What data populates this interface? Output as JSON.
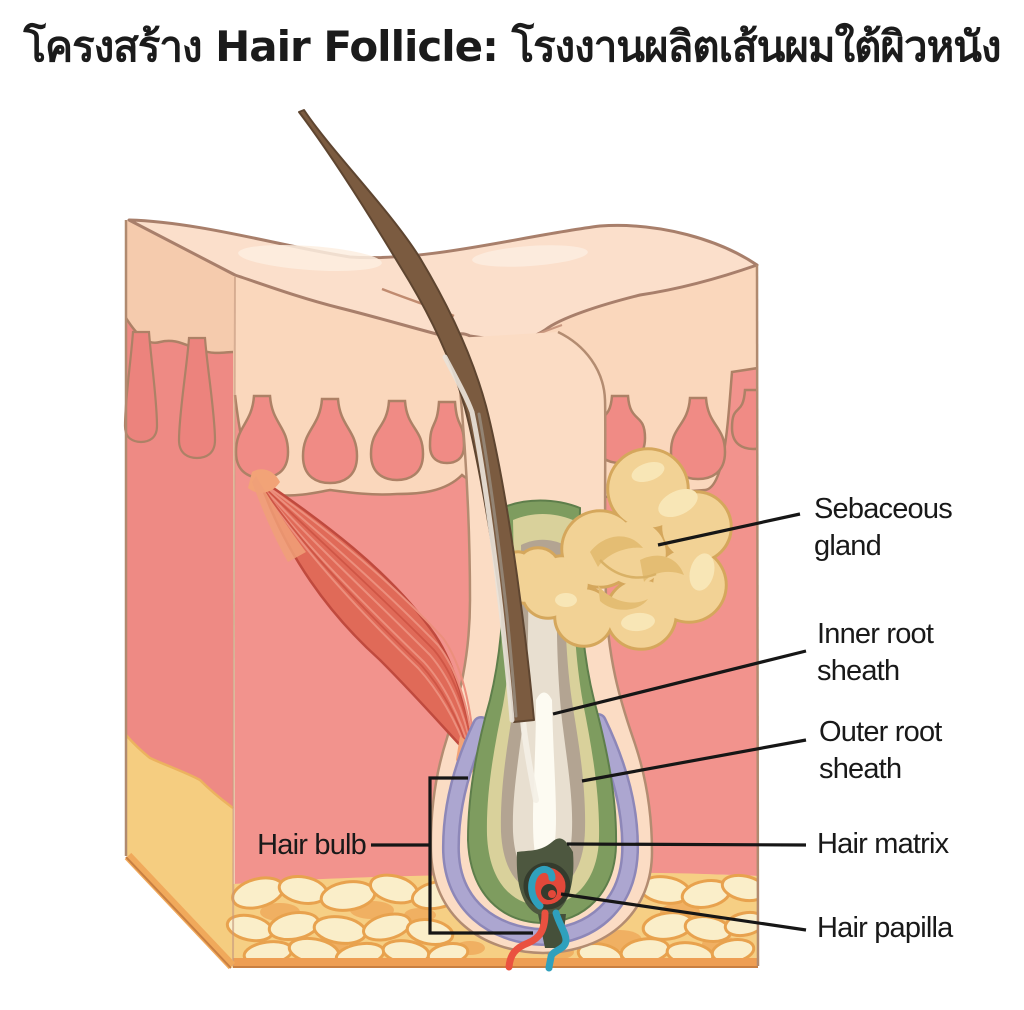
{
  "title": {
    "text": "โครงสร้าง Hair Follicle: โรงงานผลิตเส้นผมใต้ผิวหนัง"
  },
  "labels": {
    "sebaceous_gland": {
      "line1": "Sebaceous",
      "line2": "gland"
    },
    "inner_root_sheath": {
      "line1": "Inner root",
      "line2": "sheath"
    },
    "outer_root_sheath": {
      "line1": "Outer root",
      "line2": "sheath"
    },
    "hair_matrix": {
      "line1": "Hair matrix",
      "line2": ""
    },
    "hair_papilla": {
      "line1": "Hair papilla",
      "line2": ""
    },
    "hair_bulb": {
      "line1": "Hair bulb",
      "line2": ""
    }
  },
  "colors": {
    "background": "#ffffff",
    "title_text": "#1b1b1b",
    "label_text": "#191919",
    "leader_line": "#161616",
    "epidermis_front": "#FAD7BC",
    "epidermis_side": "#F5CBAD",
    "top_surface": "#FBDFCB",
    "dermis_front": "#F2938D",
    "dermis_side": "#EE8A84",
    "fat_background": "#F6CF84",
    "fat_cell": "#FAEEC9",
    "fat_cell_outline": "#E8A24E",
    "bottom_edge": "#EE9E53",
    "outline_brown": "#B08A6F",
    "papillae_outline": "#AD8166",
    "hair_shaft": "#7B5B40",
    "hair_highlight": "#E9E2D8",
    "sebaceous_gland": "#F2D295",
    "sebaceous_outline": "#D5A75C",
    "muscle": "#E06A58",
    "muscle_outline": "#C04A3E",
    "outer_root_sheath": "#ACA6D0",
    "inner_root_sheath": "#7E9C5F",
    "sheath_pale": "#D9D19B",
    "hair_root_taupe": "#B3A492",
    "bulb_center": "#FDFBF2",
    "hair_matrix_dark": "#4D573F",
    "papilla_red": "#E2483A",
    "vessel_red": "#EA5140",
    "vessel_blue": "#2FA0BD"
  }
}
